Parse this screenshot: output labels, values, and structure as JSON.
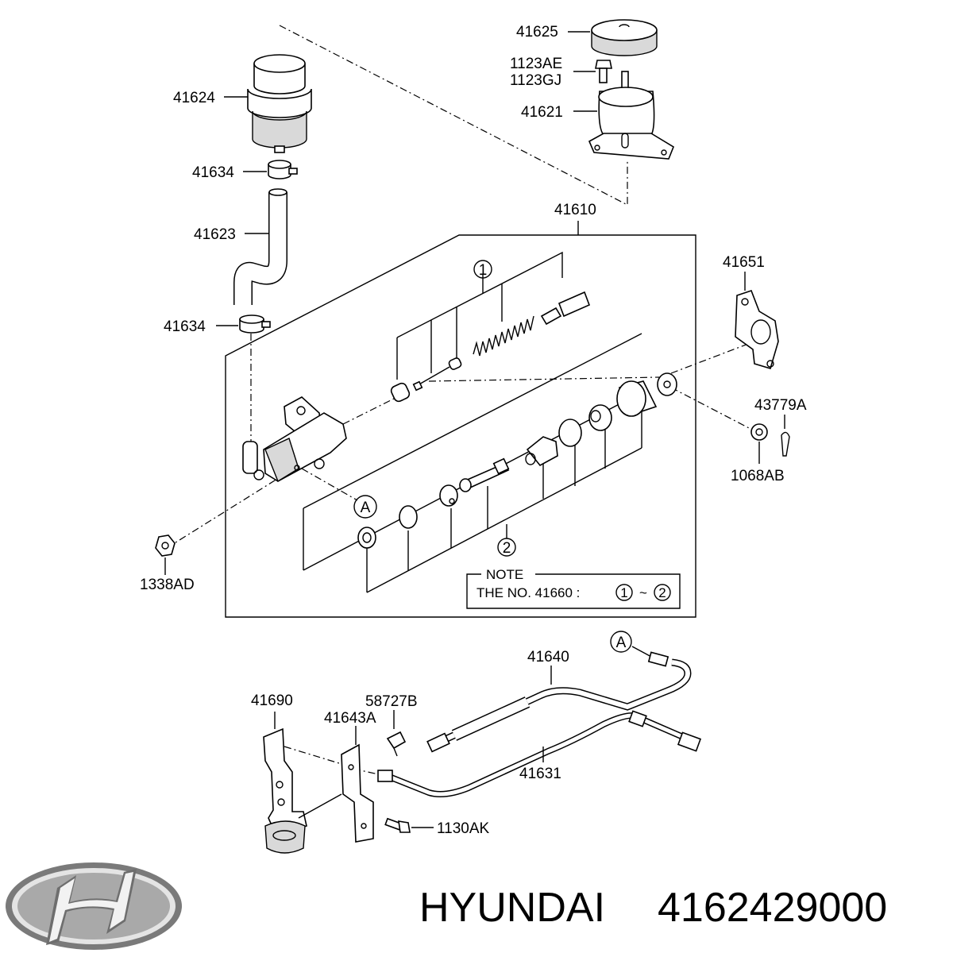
{
  "labels": {
    "p41625": "41625",
    "p1123AE": "1123AE",
    "p1123GJ": "1123GJ",
    "p41621": "41621",
    "p41624": "41624",
    "p41634a": "41634",
    "p41623": "41623",
    "p41634b": "41634",
    "p41610": "41610",
    "p41651": "41651",
    "p43779A": "43779A",
    "p1068AB": "1068AB",
    "p1338AD": "1338AD",
    "p41640": "41640",
    "p41690": "41690",
    "p58727B": "58727B",
    "p41643A": "41643A",
    "p41631": "41631",
    "p1130AK": "1130AK"
  },
  "callouts": {
    "one": "1",
    "two": "2",
    "a_top": "A",
    "a_bottom": "A"
  },
  "note": {
    "title": "NOTE",
    "line": "THE NO. 41660 :",
    "range_start": "1",
    "range_sep": "~",
    "range_end": "2"
  },
  "brand": {
    "name": "HYUNDAI",
    "part_number": "4162429000",
    "logo": "hyundai-logo"
  }
}
